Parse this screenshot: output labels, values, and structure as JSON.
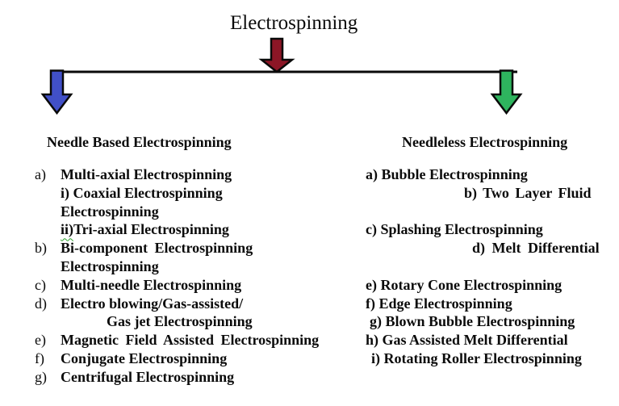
{
  "title": "Electrospinning",
  "connector": {
    "line_color": "#0a0a0a",
    "outline_color": "#0a0a0a",
    "root_arrow_color": "#8c1626",
    "left_arrow_color": "#4150c8",
    "right_arrow_color": "#2eb45e"
  },
  "left_branch": {
    "heading": "Needle Based Electrospinning",
    "items": [
      {
        "marker": "a)",
        "text": "Multi-axial Electrospinning"
      },
      {
        "marker": "",
        "text": "i) Coaxial Electrospinning"
      },
      {
        "marker": "",
        "text": "Electrospinning"
      },
      {
        "marker": "",
        "pre": "ii)",
        "text": "Tri-axial Electrospinning"
      },
      {
        "marker": "b)",
        "text": "Bi-component Electrospinning",
        "word_spacing": 4
      },
      {
        "marker": "",
        "text": "Electrospinning"
      },
      {
        "marker": "c)",
        "text": "Multi-needle Electrospinning"
      },
      {
        "marker": "d)",
        "text": "Electro blowing/Gas-assisted/"
      },
      {
        "marker": "",
        "text": "Gas jet Electrospinning",
        "indent": 57
      },
      {
        "marker": "e)",
        "text": "Magnetic Field Assisted Electrospinning",
        "word_spacing": 4
      },
      {
        "marker": "f)",
        "text": "Conjugate Electrospinning"
      },
      {
        "marker": "g)",
        "text": "Centrifugal Electrospinning"
      }
    ]
  },
  "right_branch": {
    "heading": "Needleless Electrospinning",
    "items": [
      {
        "text": "a) Bubble Electrospinning"
      },
      {
        "text": "b) Two Layer Fluid",
        "indent": 122,
        "word_spacing": 3
      },
      {
        "text": ""
      },
      {
        "text": "c) Splashing Electrospinning"
      },
      {
        "text": "d) Melt Differential",
        "indent": 132,
        "word_spacing": 4
      },
      {
        "text": ""
      },
      {
        "text": "e) Rotary Cone Electrospinning"
      },
      {
        "text": "f) Edge Electrospinning"
      },
      {
        "text": "g) Blown Bubble Electrospinning",
        "indent": 5
      },
      {
        "text": "h) Gas Assisted Melt Differential"
      },
      {
        "text": "i) Rotating Roller Electrospinning",
        "indent": 7
      }
    ]
  }
}
